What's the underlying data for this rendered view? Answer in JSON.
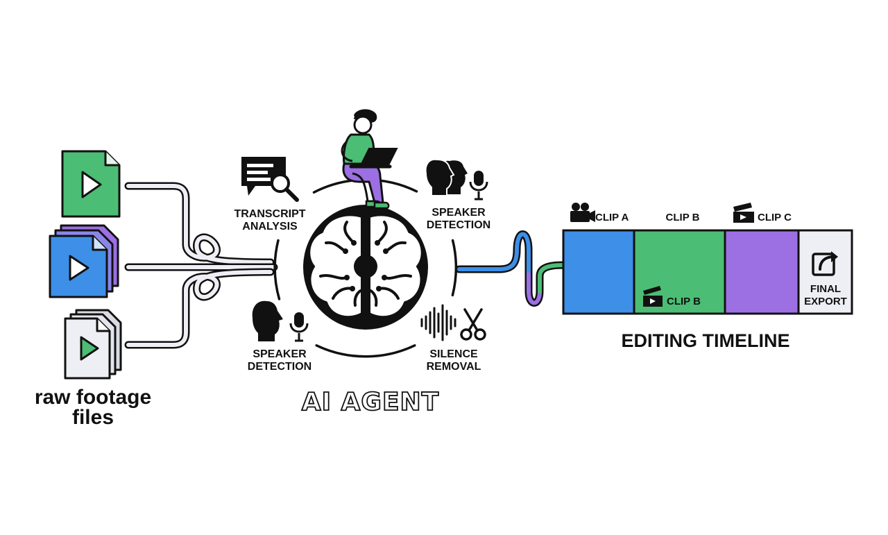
{
  "inputs": {
    "label_line1": "raw footage",
    "label_line2": "files",
    "files": [
      {
        "color": "#4cbd74"
      },
      {
        "color": "#3d8fe8"
      },
      {
        "color": "#eeeff5"
      }
    ]
  },
  "agent": {
    "title": "AI AGENT",
    "capabilities": {
      "transcript": {
        "line1": "TRANSCRIPT",
        "line2": "ANALYSIS",
        "icon": "speech-bubble-magnifier-icon"
      },
      "speaker_top": {
        "line1": "SPEAKER",
        "line2": "DETECTION",
        "icon": "speaker-heads-microphone-icon"
      },
      "speaker_bottom": {
        "line1": "SPEAKER",
        "line2": "DETECTION",
        "icon": "speaker-head-microphone-icon"
      },
      "silence": {
        "line1": "SILENCE",
        "line2": "REMOVAL",
        "icon": "waveform-scissors-icon"
      }
    },
    "icons": [
      "brain-icon",
      "person-laptop-icon"
    ]
  },
  "timeline": {
    "title": "EDITING TIMELINE",
    "clips": [
      {
        "label": "CLIP A",
        "color": "#3d8fe8",
        "icon": "movie-camera-icon"
      },
      {
        "label": "CLIP B",
        "color": "#4cbd74",
        "sublabel": "CLIP B",
        "icon": "clapperboard-icon"
      },
      {
        "label": "CLIP C",
        "color": "#9c6fe3",
        "icon": "clapperboard-icon"
      }
    ],
    "export": {
      "line1": "FINAL",
      "line2": "EXPORT",
      "icon": "share-export-icon"
    }
  },
  "colors": {
    "green": "#4cbd74",
    "blue": "#3d8fe8",
    "purple": "#9c6fe3",
    "outline": "#111111"
  }
}
